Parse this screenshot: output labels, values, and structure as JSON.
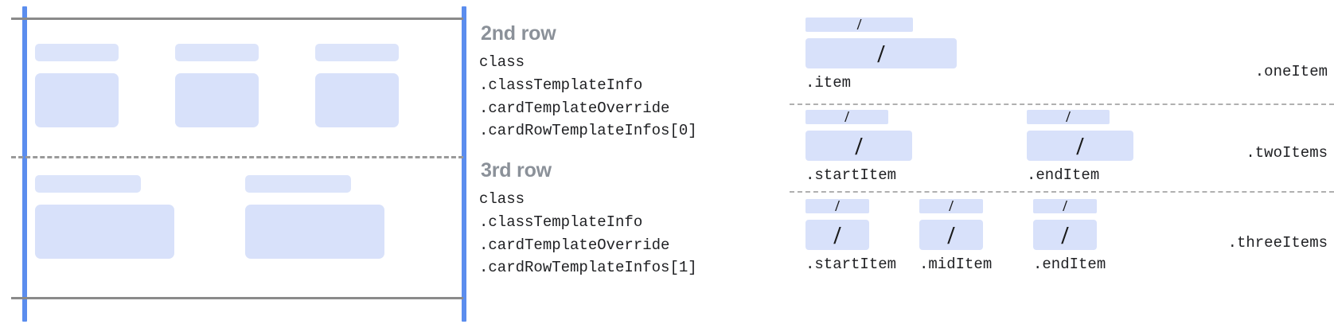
{
  "card_diagram": {
    "rows": [
      {
        "name": "2nd row",
        "cells": [
          {
            "title_placeholder": "",
            "body_placeholder": ""
          },
          {
            "title_placeholder": "",
            "body_placeholder": ""
          },
          {
            "title_placeholder": "",
            "body_placeholder": ""
          }
        ]
      },
      {
        "name": "3rd row",
        "cells": [
          {
            "title_placeholder": "",
            "body_placeholder": ""
          },
          {
            "title_placeholder": "",
            "body_placeholder": ""
          }
        ]
      }
    ],
    "guide_color": "#5b8dee",
    "rule_color": "#8a8a8a",
    "placeholder_color": "#d8e1fa"
  },
  "annotations": [
    {
      "title": "2nd row",
      "lines": [
        "class",
        ".classTemplateInfo",
        ".cardTemplateOverride",
        ".cardRowTemplateInfos[0]"
      ]
    },
    {
      "title": "3rd row",
      "lines": [
        "class",
        ".classTemplateInfo",
        ".cardTemplateOverride",
        ".cardRowTemplateInfos[1]"
      ]
    }
  ],
  "item_templates": {
    "slash_glyph": "/",
    "sections": [
      {
        "kind": ".oneItem",
        "items": [
          {
            "label": ".item"
          }
        ]
      },
      {
        "kind": ".twoItems",
        "items": [
          {
            "label": ".startItem"
          },
          {
            "label": ".endItem"
          }
        ]
      },
      {
        "kind": ".threeItems",
        "items": [
          {
            "label": ".startItem"
          },
          {
            "label": ".midItem"
          },
          {
            "label": ".endItem"
          }
        ]
      }
    ]
  }
}
